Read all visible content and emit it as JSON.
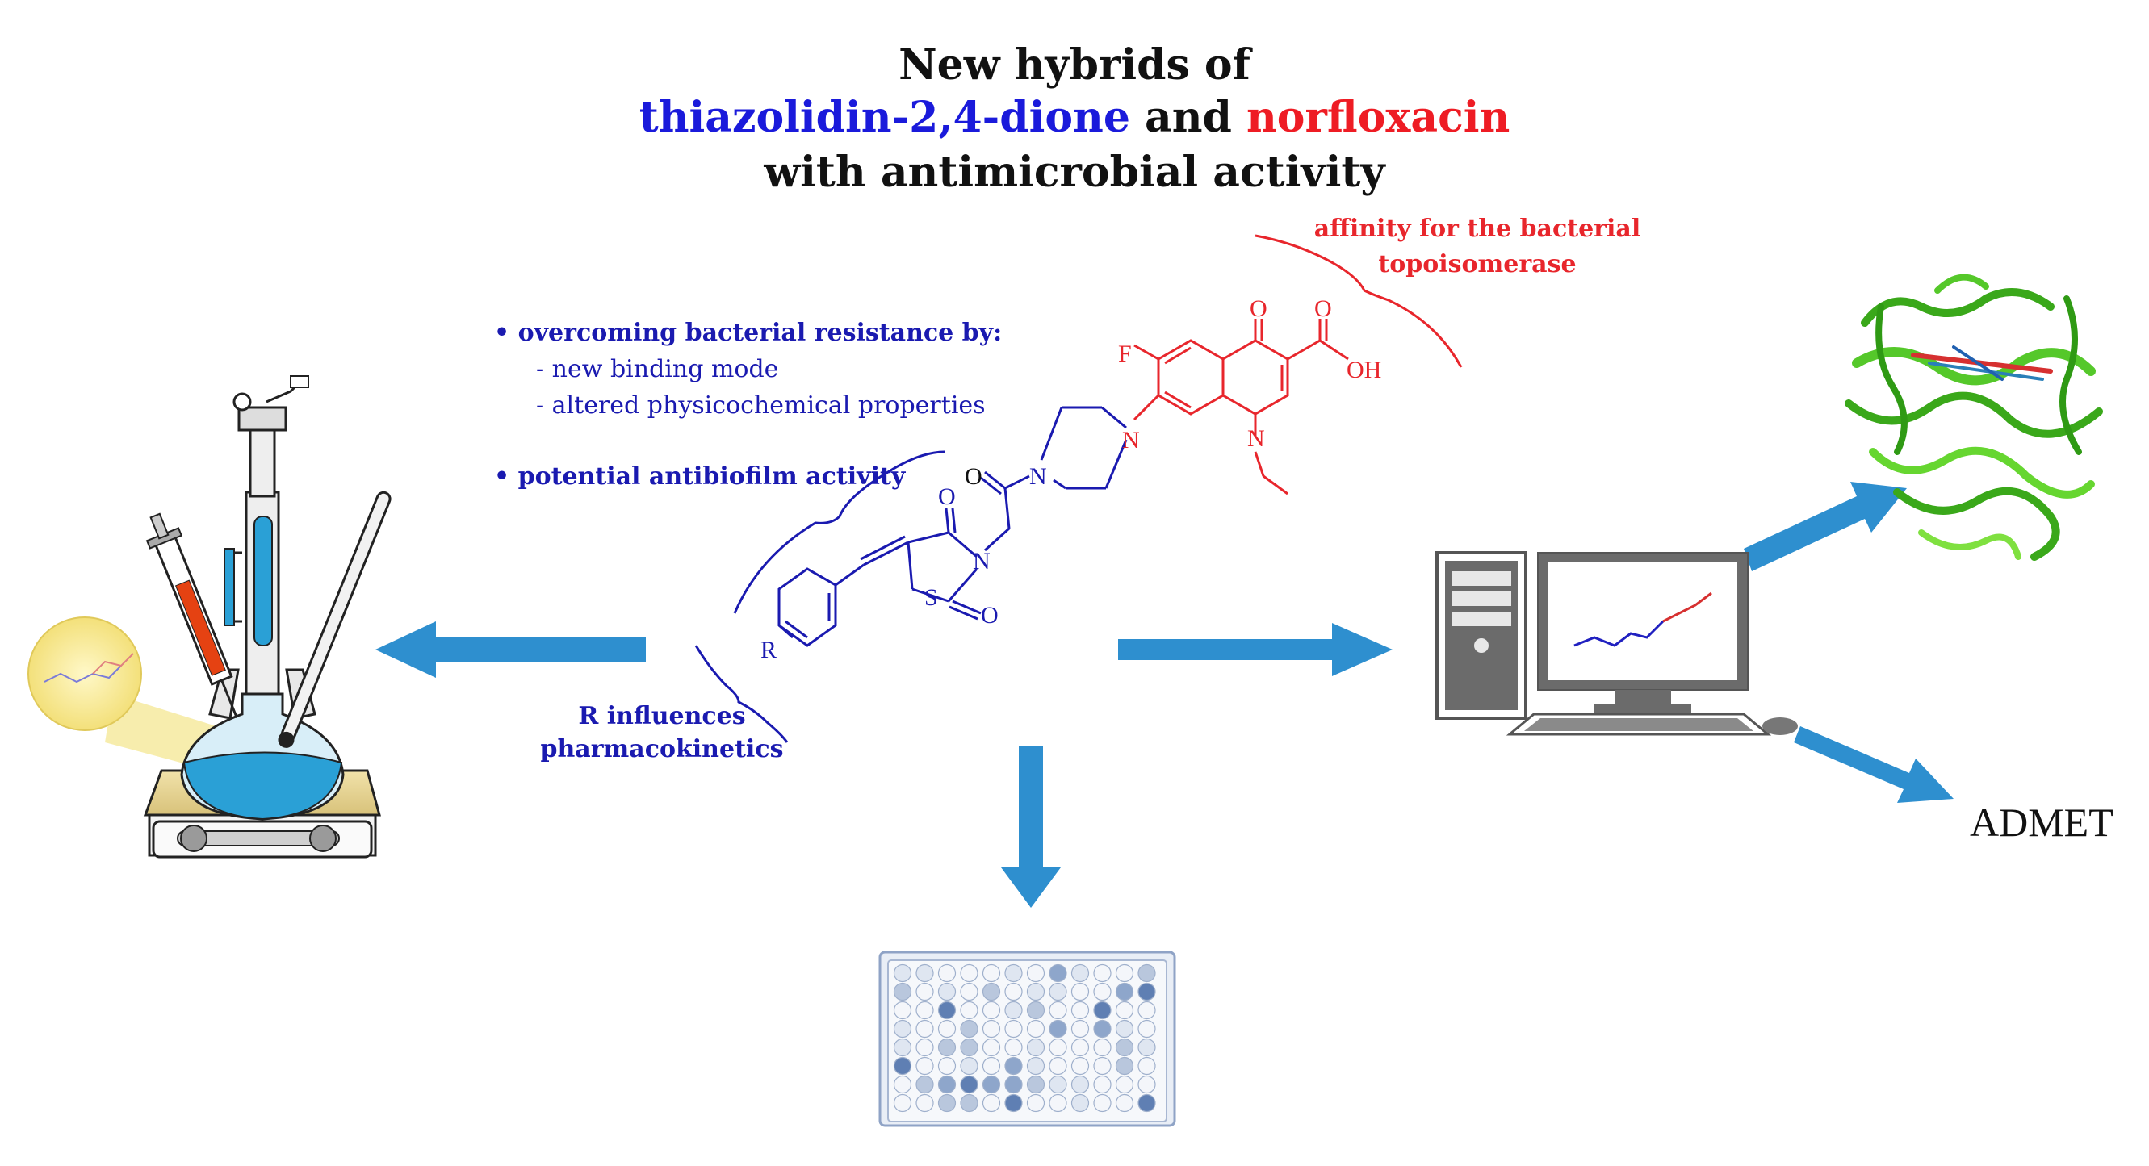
{
  "title": {
    "line1": "New hybrids of",
    "line2_part1": "thiazolidin-2,4-dione",
    "line2_part2": "and",
    "line2_part3": "norfloxacin",
    "line3": "with antimicrobial activity"
  },
  "notes": {
    "resistance_heading": "• overcoming bacterial resistance by:",
    "resistance_item1": "- new binding mode",
    "resistance_item2": "- altered physicochemical properties",
    "antibiofilm": "• potential antibiofilm activity",
    "r_line1": "R influences",
    "r_line2": "pharmacokinetics",
    "affinity_line1": "affinity for the bacterial",
    "affinity_line2": "topoisomerase"
  },
  "molecule_labels": {
    "F": "F",
    "O_ketone": "O",
    "O_acid": "O",
    "OH": "OH",
    "N_quinolone": "N",
    "N_piperazine_top": "N",
    "N_piperazine_bottom": "N",
    "O_amide": "O",
    "O_tzd_top": "O",
    "N_tzd": "N",
    "S_tzd": "S",
    "O_tzd_bottom": "O",
    "R": "R"
  },
  "outputs": {
    "admet": "ADMET"
  },
  "colors": {
    "title_blue": "#1a1adb",
    "title_red": "#ee1c24",
    "arrow": "#2e8fcf",
    "liquid": "#2aa0d6",
    "protein": "#4cc61e"
  }
}
